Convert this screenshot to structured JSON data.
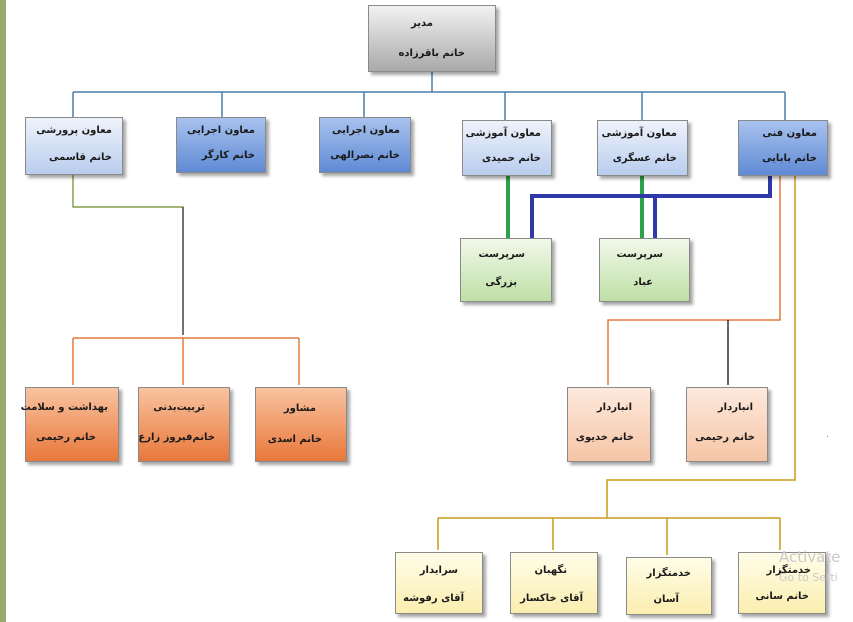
{
  "root": {
    "title": "مدیر",
    "name": "خانم باقرزاده"
  },
  "deputies": [
    {
      "title": "معاون فنی",
      "name": "خانم بابایی"
    },
    {
      "title": "معاون آموزشی",
      "name": "خانم عسگری"
    },
    {
      "title": "معاون آموزشی",
      "name": "خانم حمیدی"
    },
    {
      "title": "معاون اجرایی",
      "name": "خانم نصرالهی"
    },
    {
      "title": "معاون اجرایی",
      "name": "خانم کارگر"
    },
    {
      "title": "معاون پرورشی",
      "name": "خانم قاسمی"
    }
  ],
  "supervisors": [
    {
      "title": "سرپرست",
      "name": "عباد"
    },
    {
      "title": "سرپرست",
      "name": "بزرگی"
    }
  ],
  "pervareshi_units": [
    {
      "title": "مشاور",
      "name": "خانم اسدی"
    },
    {
      "title": "تربیت‌بدنی",
      "name": "خانم‌فیروز زارع"
    },
    {
      "title": "بهداشت و سلامت",
      "name": "خانم رحیمی"
    }
  ],
  "storekeepers": [
    {
      "title": "انباردار",
      "name": "خانم رحیمی"
    },
    {
      "title": "انباردار",
      "name": "خانم خدیوی"
    }
  ],
  "staff": [
    {
      "title": "خدمتگزار",
      "name": "خانم سانی"
    },
    {
      "title": "خدمتگزار",
      "name": "آسان"
    },
    {
      "title": "نگهبان",
      "name": "آقای خاکسار"
    },
    {
      "title": "سرایدار",
      "name": "آقای رفوشه"
    }
  ],
  "watermark": {
    "line1": "Activate",
    "line2": "Go to Setti"
  },
  "colors": {
    "root_connector": "#4a7ea8",
    "green_connector": "#2ca24a",
    "navy_connector": "#2f3aa8",
    "orange_connector": "#e07a3a",
    "gold_connector": "#c79b1a",
    "black_connector": "#000000",
    "olive_connector": "#6a8a2a"
  }
}
